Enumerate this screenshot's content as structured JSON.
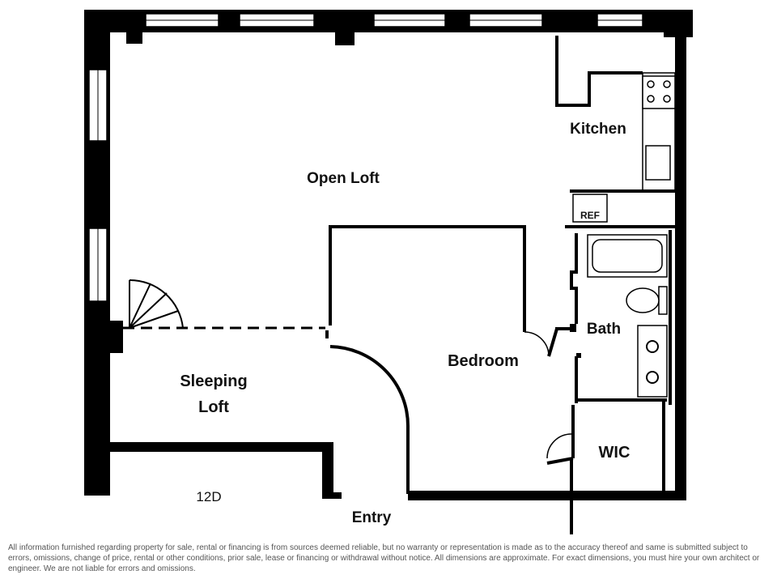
{
  "rooms": {
    "open_loft": "Open Loft",
    "kitchen": "Kitchen",
    "ref": "REF",
    "bath": "Bath",
    "bedroom": "Bedroom",
    "sleeping_loft_line1": "Sleeping",
    "sleeping_loft_line2": "Loft",
    "wic": "WIC",
    "entry": "Entry",
    "unit": "12D"
  },
  "disclaimer": "All information furnished regarding property for sale, rental or financing is from sources deemed reliable, but no warranty or representation is made as to the accuracy thereof and same is submitted subject to errors, omissions, change of price, rental or other conditions, prior sale, lease or financing or withdrawal without notice. All dimensions are approximate. For exact dimensions, you must hire your own architect or engineer. We are not liable for errors and omissions.",
  "colors": {
    "wall": "#000000",
    "background": "#ffffff"
  }
}
